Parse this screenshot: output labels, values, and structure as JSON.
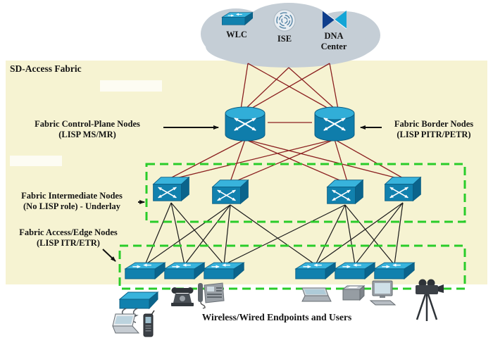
{
  "diagram": {
    "title": "SD-Access Fabric",
    "endpoints_caption": "Wireless/Wired Endpoints and Users"
  },
  "cloud": {
    "wlc_label": "WLC",
    "ise_label": "ISE",
    "dna_label_line1": "DNA",
    "dna_label_line2": "Center"
  },
  "labels": {
    "control_plane": {
      "line1": "Fabric Control-Plane Nodes",
      "line2": "(LISP MS/MR)"
    },
    "border": {
      "line1": "Fabric Border Nodes",
      "line2": "(LISP PITR/PETR)"
    },
    "intermediate": {
      "line1": "Fabric Intermediate Nodes",
      "line2": "(No LISP role) - Underlay"
    },
    "edge": {
      "line1": "Fabric Access/Edge Nodes",
      "line2": "(LISP ITR/ETR)"
    }
  },
  "topology": {
    "control_plane_node_count": 1,
    "border_node_count": 1,
    "intermediate_node_count": 4,
    "edge_node_count": 6,
    "shared_services": [
      "WLC",
      "ISE",
      "DNA Center"
    ],
    "endpoint_devices": [
      "wireless-access-point",
      "rotary-phone",
      "ip-phone",
      "laptop",
      "handheld-phone",
      "notebook",
      "printer",
      "desktop-computer",
      "video-camera"
    ]
  },
  "colors": {
    "fabric_background": "#f6f3d2",
    "cloud_fill": "#c5ced6",
    "device_primary": "#1181ae",
    "device_light": "#38b3dc",
    "device_dark": "#0b648c",
    "zone_dash_green": "#29cc29",
    "link_red": "#8b2020",
    "link_black": "#1a1a1a"
  }
}
